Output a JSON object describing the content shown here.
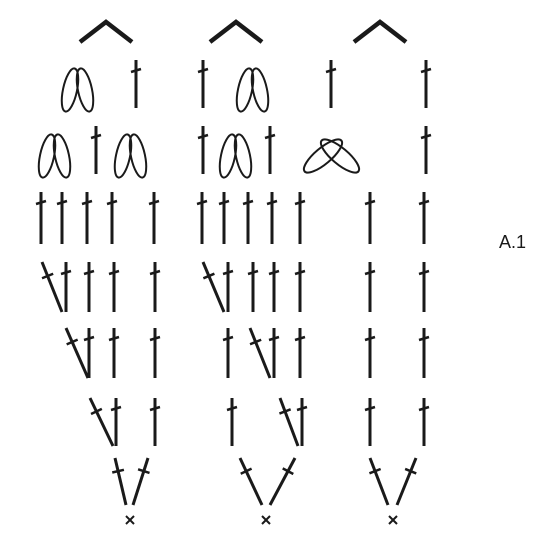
{
  "diagram": {
    "label": "A.1",
    "stroke_color": "#1a1a1a",
    "background": "#ffffff",
    "columns": [
      {
        "id": "col-1",
        "symbols_bottom_to_top": [
          "chain-stitch-x",
          "double-crochet-pair-v",
          "double-crochet-cluster-v",
          "double-crochet-cluster-v",
          "double-crochet-cluster-v",
          "double-crochet-row",
          "puff-stitch-and-double-crochet",
          "puff-stitch-and-double-crochet",
          "chain-arch"
        ]
      },
      {
        "id": "col-2",
        "symbols_bottom_to_top": [
          "chain-stitch-x",
          "double-crochet-pair-v",
          "double-crochet-cluster-v",
          "double-crochet-cluster-v",
          "double-crochet-cluster-v",
          "double-crochet-row",
          "puff-stitch-and-double-crochet",
          "puff-stitch-and-double-crochet",
          "chain-arch"
        ]
      },
      {
        "id": "col-3",
        "symbols_bottom_to_top": [
          "chain-stitch-x",
          "double-crochet-pair-v",
          "double-crochet-pair",
          "double-crochet-pair",
          "double-crochet-pair",
          "double-crochet-pair",
          "puff-stitch-and-double-crochet",
          "double-crochet-pair",
          "chain-arch"
        ]
      }
    ]
  }
}
